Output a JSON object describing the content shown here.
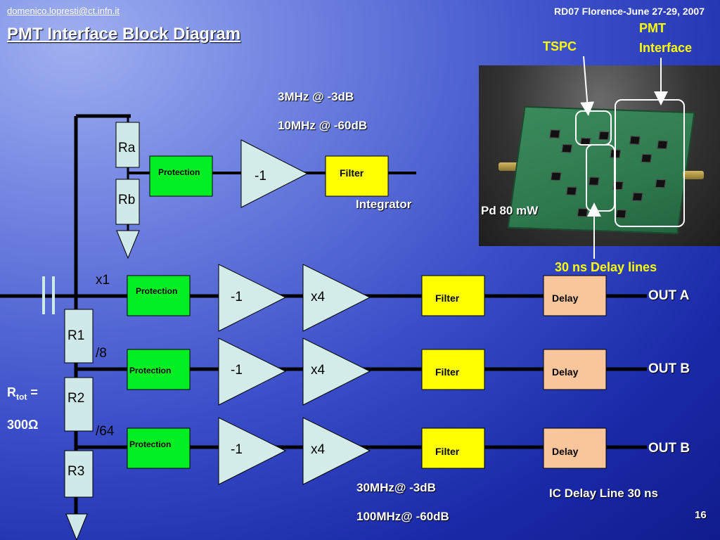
{
  "header": {
    "email": "domenico.lopresti@ct.infn.it",
    "conference": "RD07 Florence-June 27-29, 2007"
  },
  "title": "PMT Interface Block Diagram",
  "photo_labels": {
    "tspc": "TSPC",
    "pmt_interface_line1": "PMT",
    "pmt_interface_line2": "Interface",
    "power": "Pd  80 mW",
    "delay_lines": "30 ns Delay lines"
  },
  "integrator_chain": {
    "spec_line1": "3MHz @ -3dB",
    "spec_line2": "10MHz @ -60dB",
    "resistor_a": "Ra",
    "resistor_b": "Rb",
    "protection": "Protection",
    "inverter": "-1",
    "filter": "Filter",
    "label": "Integrator"
  },
  "divider": {
    "r1": "R1",
    "r2": "R2",
    "r3": "R3",
    "rtot_label": "R",
    "rtot_sub": "tot",
    "rtot_eq": " =",
    "rtot_value": "300Ω"
  },
  "channels": [
    {
      "ratio": "x1",
      "protection": "Protection",
      "inverter": "-1",
      "gain": "x4",
      "filter": "Filter",
      "delay": "Delay",
      "output": "OUT A"
    },
    {
      "ratio": "/8",
      "protection": "Protection",
      "inverter": "-1",
      "gain": "x4",
      "filter": "Filter",
      "delay": "Delay",
      "output": "OUT B"
    },
    {
      "ratio": "/64",
      "protection": "Protection",
      "inverter": "-1",
      "gain": "x4",
      "filter": "Filter",
      "delay": "Delay",
      "output": "OUT B"
    }
  ],
  "bottom": {
    "spec_line1": "30MHz@ -3dB",
    "spec_line2": "100MHz@ -60dB",
    "ic_delay": "IC Delay Line 30 ns",
    "page_number": "16"
  },
  "colors": {
    "protection": "#00ee22",
    "filter": "#ffff00",
    "delay": "#f9c69c",
    "amplifier": "#d3ecea",
    "resistor": "#cfe8e8",
    "accent_text": "#ffff00"
  }
}
